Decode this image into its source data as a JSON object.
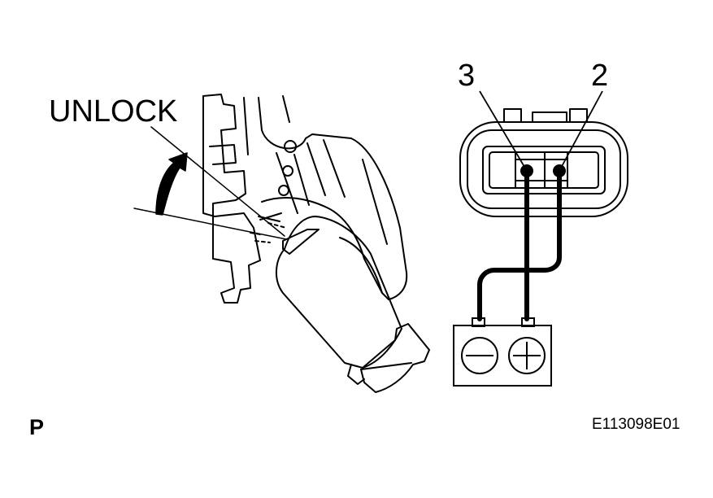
{
  "labels": {
    "unlock": "UNLOCK",
    "pin_left": "3",
    "pin_right": "2",
    "view_letter": "P",
    "figure_code": "E113098E01"
  },
  "battery": {
    "negative_symbol": "minus",
    "positive_symbol": "plus"
  },
  "colors": {
    "line": "#000000",
    "background": "#ffffff"
  }
}
